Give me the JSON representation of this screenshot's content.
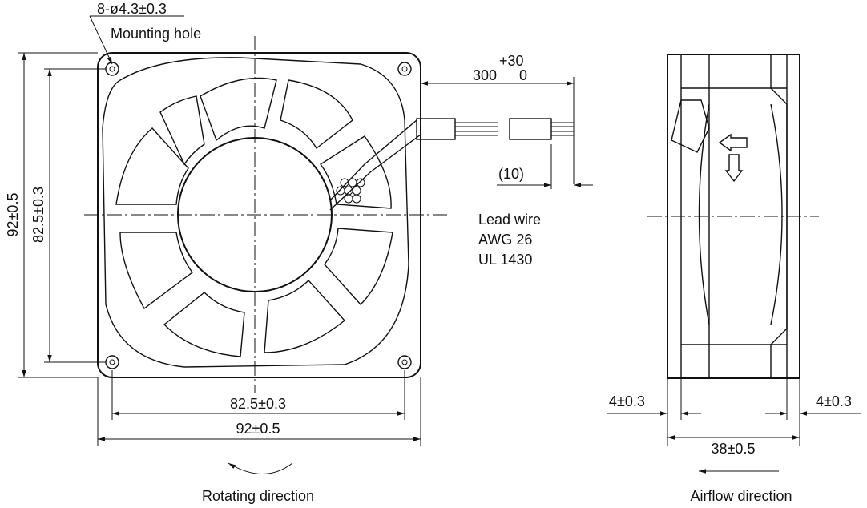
{
  "front_view": {
    "mounting_hole_spec": "8-ø4.3±0.3",
    "mounting_hole_label": "Mounting hole",
    "lead_length": "300",
    "lead_tol_plus": "+30",
    "lead_tol_minus": "0",
    "strip_length": "(10)",
    "lead_wire": [
      "Lead wire",
      "AWG 26",
      "UL 1430"
    ],
    "height_outer": "92±0.5",
    "height_pitch": "82.5±0.3",
    "width_pitch": "82.5±0.3",
    "width_outer": "92±0.5",
    "rotating_direction": "Rotating direction"
  },
  "side_view": {
    "flange_left": "4±0.3",
    "flange_right": "4±0.3",
    "depth": "38±0.5",
    "airflow_direction": "Airflow direction"
  }
}
